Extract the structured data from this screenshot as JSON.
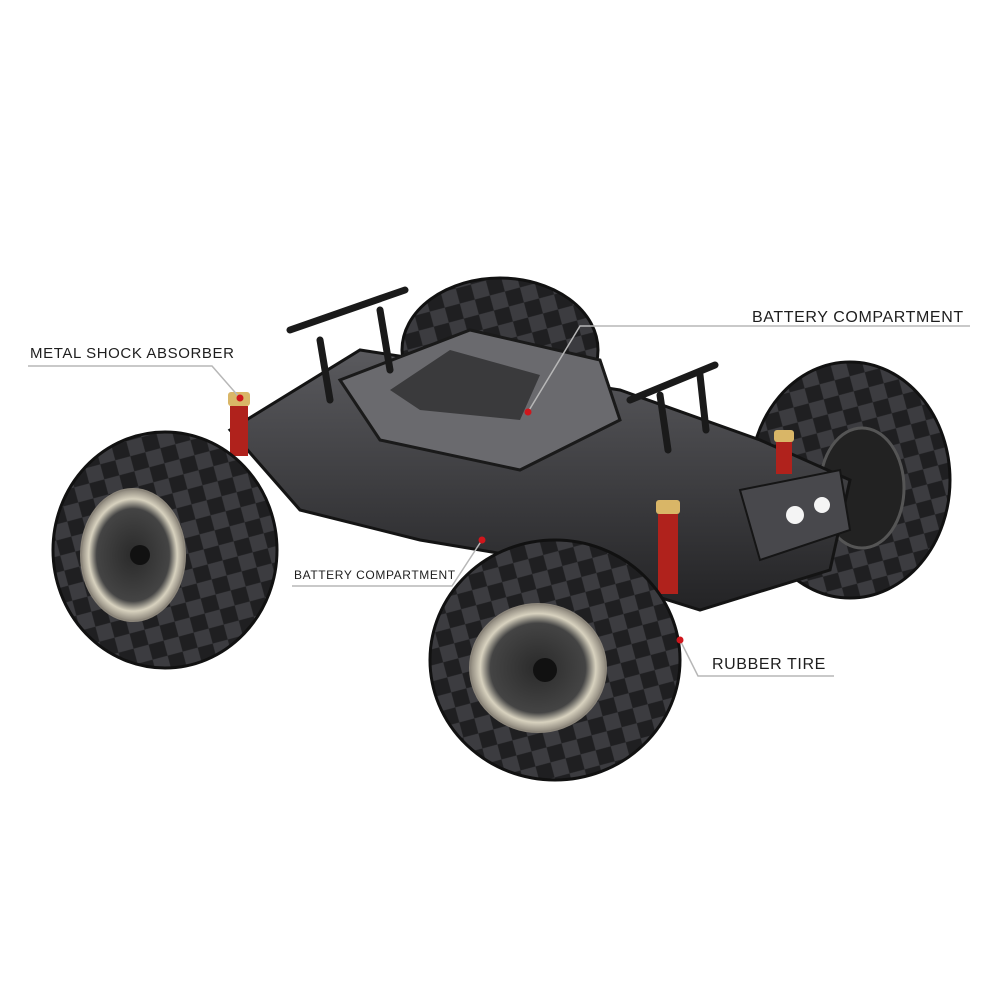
{
  "figure": {
    "subject": "rc-monster-truck-chassis",
    "colors": {
      "background": "#ffffff",
      "chassis": "#2c2c2e",
      "chassis_highlight": "#5a5a5e",
      "tire": "#1f1f21",
      "rim": "#d8d2bf",
      "shock_spring": "#b0221c",
      "shock_cap": "#d9b667",
      "leader_line": "#b7b7b7",
      "marker": "#d0161c"
    }
  },
  "callouts": [
    {
      "id": "battery-top",
      "text": "BATTERY COMPARTMENT"
    },
    {
      "id": "shock",
      "text": "METAL SHOCK ABSORBER"
    },
    {
      "id": "battery-bottom",
      "text": "BATTERY COMPARTMENT"
    },
    {
      "id": "tire",
      "text": "RUBBER TIRE"
    }
  ]
}
